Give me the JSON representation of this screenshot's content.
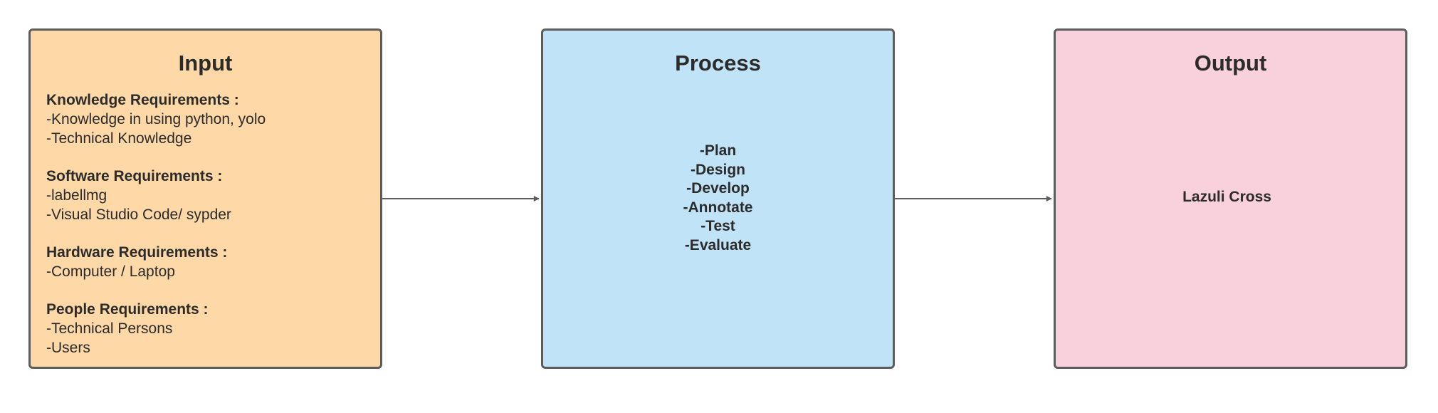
{
  "colors": {
    "input_fill": "#fed8a6",
    "process_fill": "#c1e3f7",
    "output_fill": "#f9d1dc",
    "border": "#5c5c5c",
    "arrow": "#5c5c5c",
    "text": "#2b2b2b"
  },
  "input": {
    "title": "Input",
    "groups": [
      {
        "heading": "Knowledge Requirements :",
        "items": [
          "-Knowledge in using python, yolo",
          "-Technical Knowledge"
        ]
      },
      {
        "heading": "Software Requirements :",
        "items": [
          "-labellmg",
          "-Visual Studio Code/ sypder"
        ]
      },
      {
        "heading": "Hardware Requirements :",
        "items": [
          "-Computer / Laptop"
        ]
      },
      {
        "heading": "People Requirements :",
        "items": [
          "-Technical Persons",
          "-Users"
        ]
      }
    ]
  },
  "process": {
    "title": "Process",
    "steps": [
      "-Plan",
      "-Design",
      "-Develop",
      "-Annotate",
      "-Test",
      "-Evaluate"
    ]
  },
  "output": {
    "title": "Output",
    "text": "Lazuli Cross"
  }
}
